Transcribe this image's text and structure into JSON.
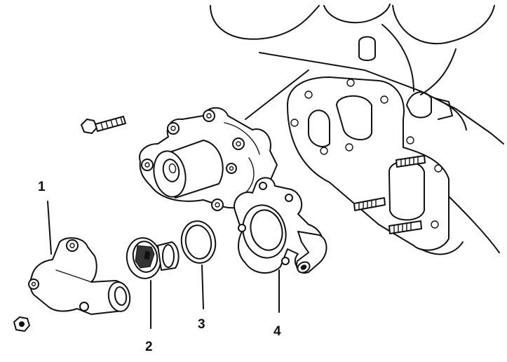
{
  "callouts": [
    {
      "id": "1",
      "label": "1"
    },
    {
      "id": "2",
      "label": "2"
    },
    {
      "id": "3",
      "label": "3"
    },
    {
      "id": "4",
      "label": "4"
    }
  ],
  "colors": {
    "ink": "#111111",
    "paper": "#ffffff"
  }
}
